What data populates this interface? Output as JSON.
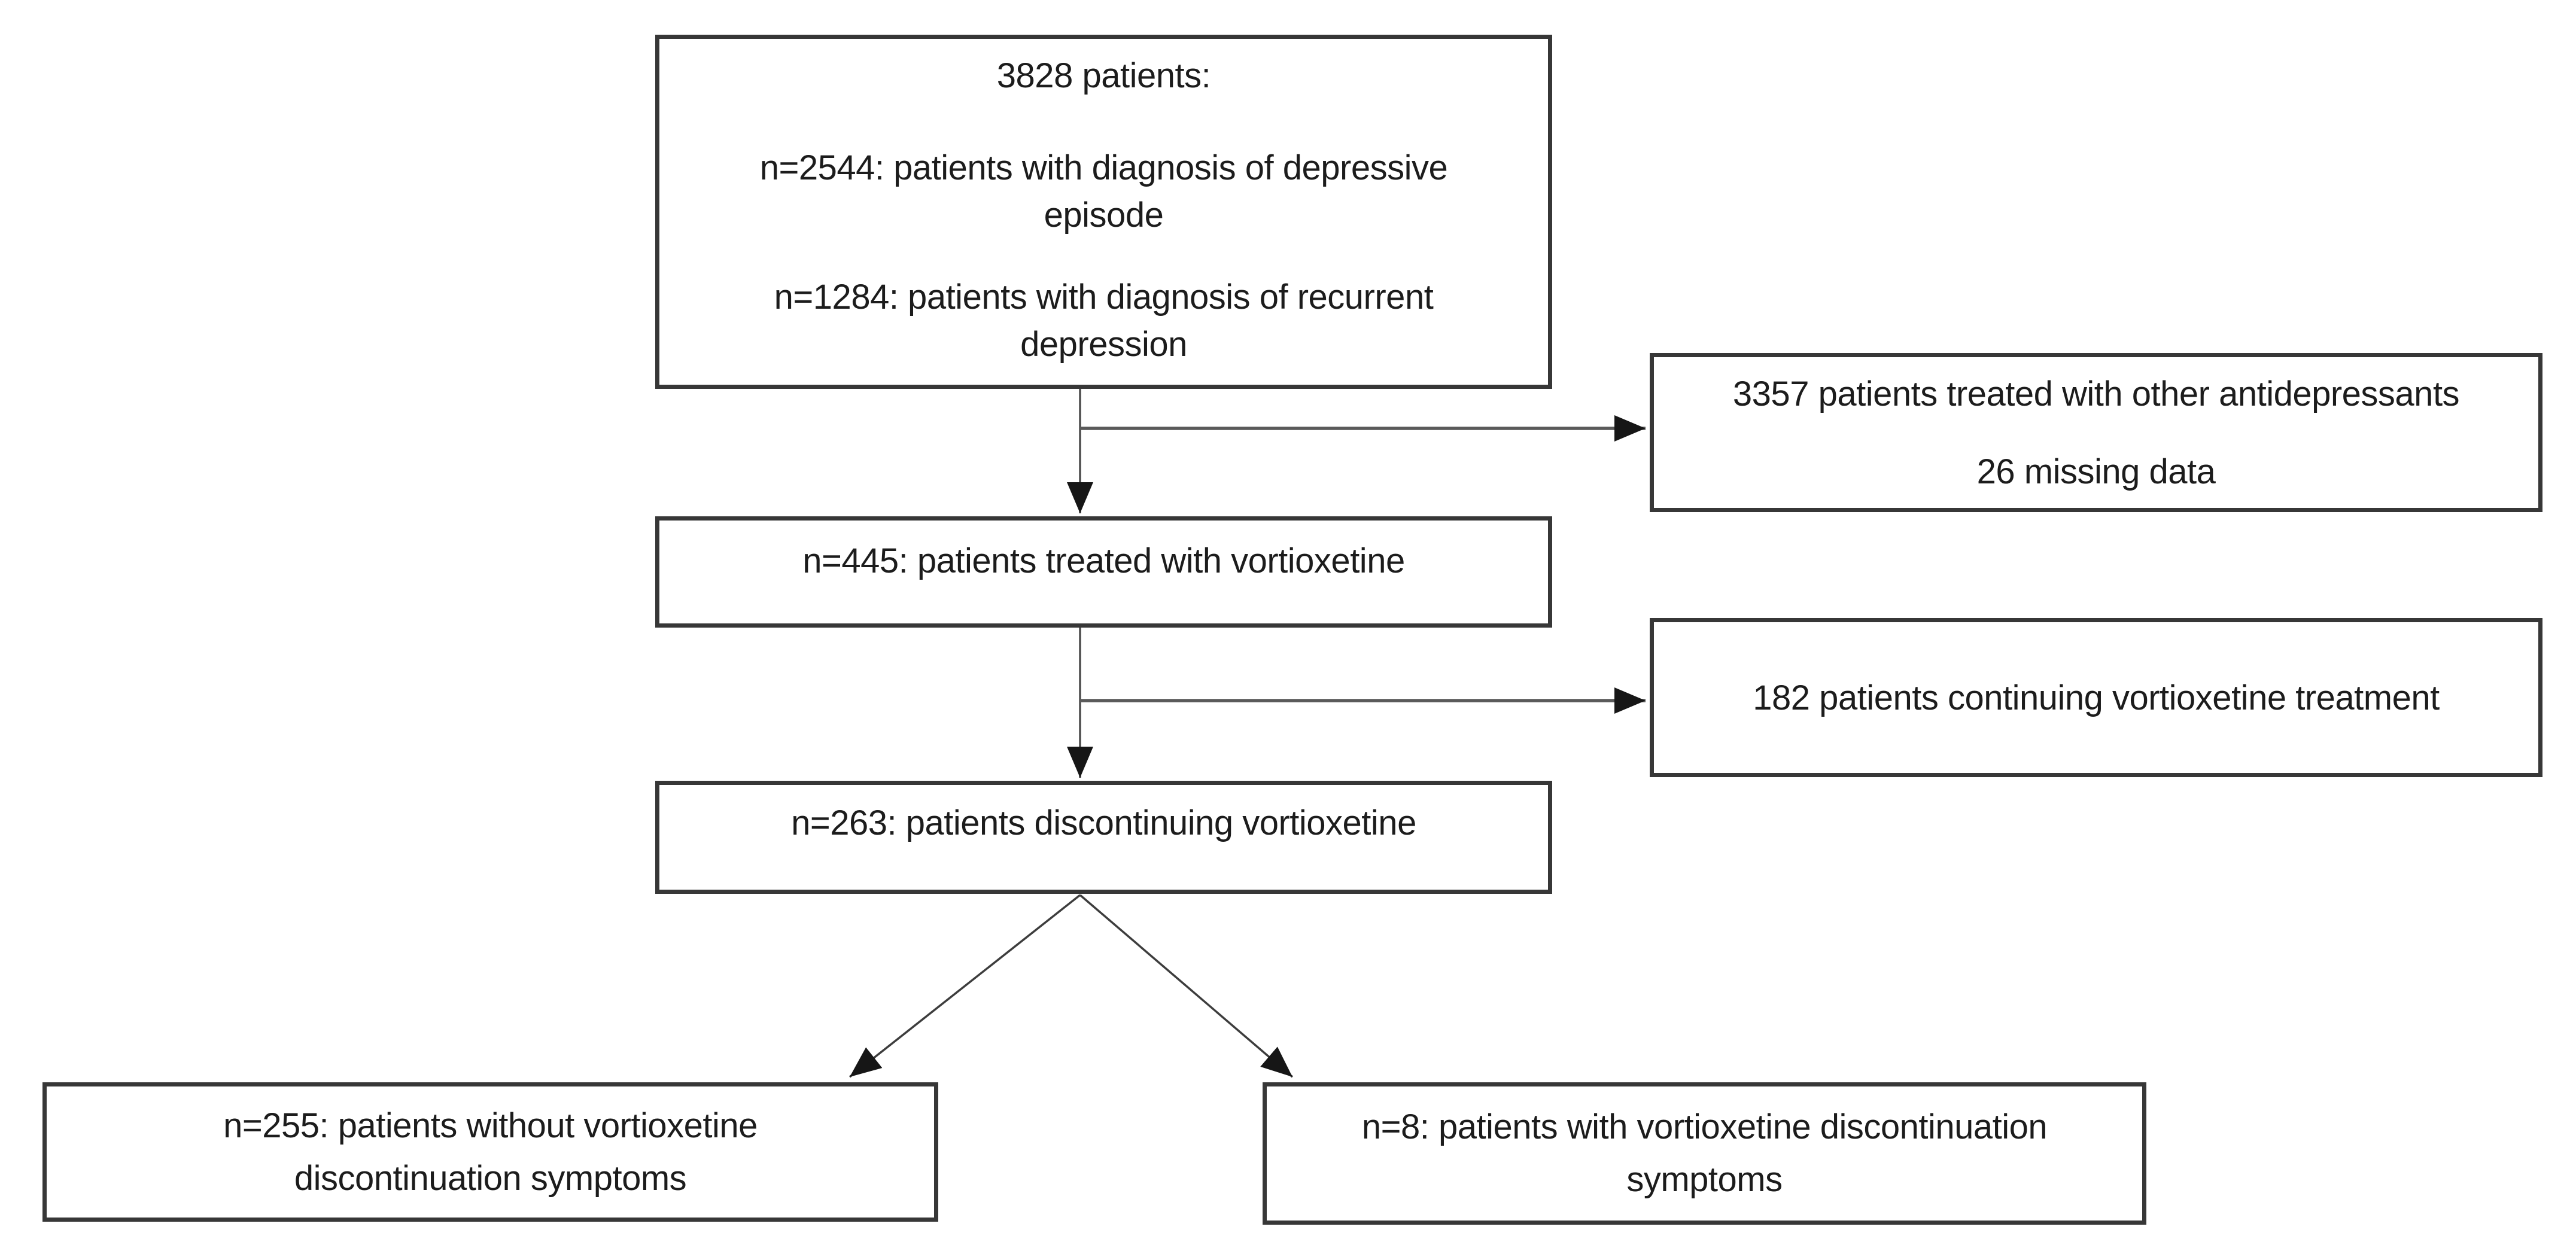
{
  "palette": {
    "background": "#ffffff",
    "box_fill": "#ffffff",
    "box_border": "#373737",
    "connector_line": "#4d4d4d",
    "arrowhead": "#161616",
    "text": "#1c1c1c"
  },
  "diagram": {
    "type": "patient-flow-chart",
    "boxes": {
      "total": {
        "paragraphs": [
          [
            "3828 patients:"
          ],
          [
            "n=2544: patients with diagnosis of depressive",
            "episode"
          ],
          [
            "n=1284: patients with diagnosis of recurrent",
            "depression"
          ]
        ]
      },
      "other": {
        "lines": [
          "3357 patients treated with other antidepressants",
          "26 missing data"
        ]
      },
      "vortioxetine": {
        "lines": [
          "n=445: patients treated with vortioxetine"
        ]
      },
      "continuing": {
        "lines": [
          "182 patients continuing vortioxetine treatment"
        ]
      },
      "discontinuing": {
        "lines": [
          "n=263: patients discontinuing vortioxetine"
        ]
      },
      "no_symptoms": {
        "lines": [
          "n=255: patients without vortioxetine",
          "discontinuation symptoms"
        ]
      },
      "symptoms": {
        "lines": [
          "n=8: patients with vortioxetine discontinuation",
          "symptoms"
        ]
      }
    },
    "edges": [
      {
        "from": "total",
        "to": "other"
      },
      {
        "from": "total",
        "to": "vortioxetine"
      },
      {
        "from": "vortioxetine",
        "to": "continuing"
      },
      {
        "from": "vortioxetine",
        "to": "discontinuing"
      },
      {
        "from": "discontinuing",
        "to": "no_symptoms"
      },
      {
        "from": "discontinuing",
        "to": "symptoms"
      }
    ]
  }
}
